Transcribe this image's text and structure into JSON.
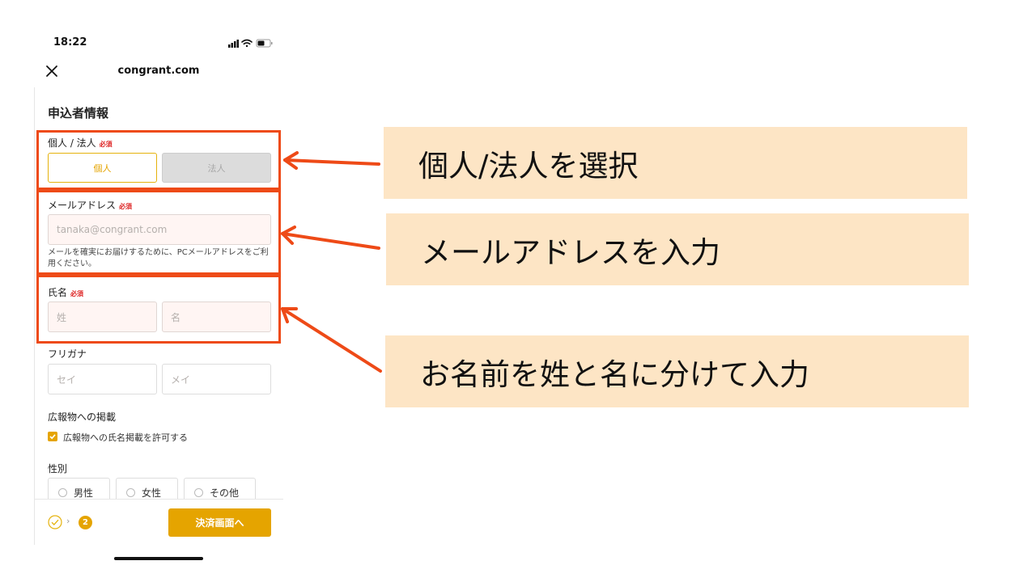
{
  "status_bar": {
    "time": "18:22"
  },
  "header": {
    "title": "congrant.com"
  },
  "form": {
    "section_title": "申込者情報",
    "required_mark": "必須",
    "type": {
      "label": "個人 / 法人",
      "options": [
        "個人",
        "法人"
      ],
      "selected": "個人"
    },
    "email": {
      "label": "メールアドレス",
      "placeholder": "tanaka@congrant.com",
      "help": "メールを確実にお届けするために、PCメールアドレスをご利用ください。"
    },
    "name": {
      "label": "氏名",
      "last_placeholder": "姓",
      "first_placeholder": "名"
    },
    "furigana": {
      "label": "フリガナ",
      "last_placeholder": "セイ",
      "first_placeholder": "メイ"
    },
    "publication": {
      "label": "広報物への掲載",
      "checkbox_label": "広報物への氏名掲載を許可する",
      "checked": true
    },
    "gender": {
      "label": "性別",
      "options": [
        "男性",
        "女性",
        "その他"
      ]
    }
  },
  "footer": {
    "step_number": "2",
    "step_arrow": "›",
    "submit_label": "決済画面へ"
  },
  "callouts": [
    "個人/法人を選択",
    "メールアドレスを入力",
    "お名前を姓と名に分けて入力"
  ],
  "colors": {
    "accent": "#e5a400",
    "highlight": "#ee4a17",
    "callout_bg": "#fde5c5"
  }
}
